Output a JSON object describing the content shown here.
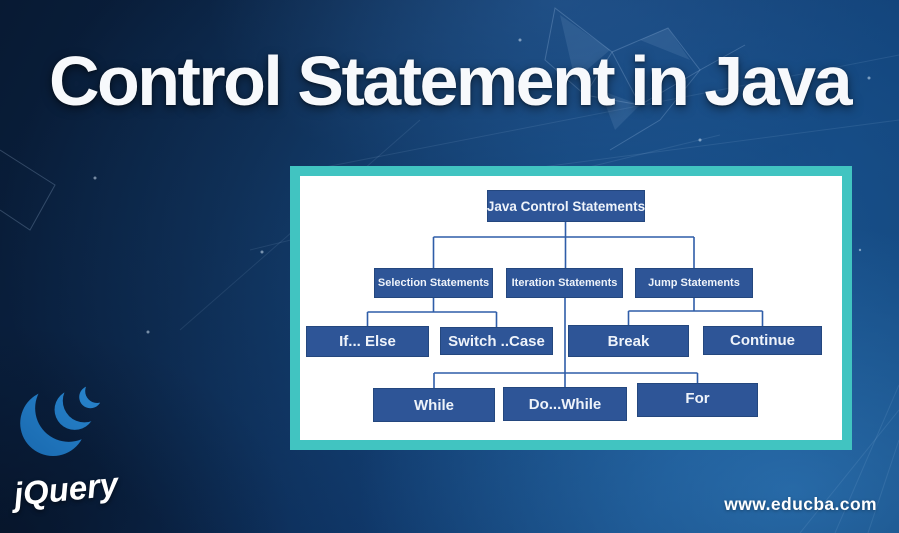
{
  "page": {
    "title": "Control Statement in Java"
  },
  "branding": {
    "jquery_label": "jQuery",
    "website": "www.educba.com"
  },
  "colors": {
    "accent_teal": "#41c4c1",
    "node_blue": "#2e5597",
    "connector_blue": "#2f5da8",
    "background_navy": "#0b2547",
    "logo_blue": "#1f7ac6",
    "text_white": "#ffffff"
  },
  "diagram": {
    "root": {
      "label": "Java Control Statements"
    },
    "level2": [
      {
        "label": "Selection Statements"
      },
      {
        "label": "Iteration Statements"
      },
      {
        "label": "Jump Statements"
      }
    ],
    "selection_children": [
      {
        "label": "If... Else"
      },
      {
        "label": "Switch ..Case"
      }
    ],
    "iteration_children": [
      {
        "label": "While"
      },
      {
        "label": "Do...While"
      },
      {
        "label": "For"
      }
    ],
    "jump_children": [
      {
        "label": "Break"
      },
      {
        "label": "Continue"
      }
    ]
  }
}
